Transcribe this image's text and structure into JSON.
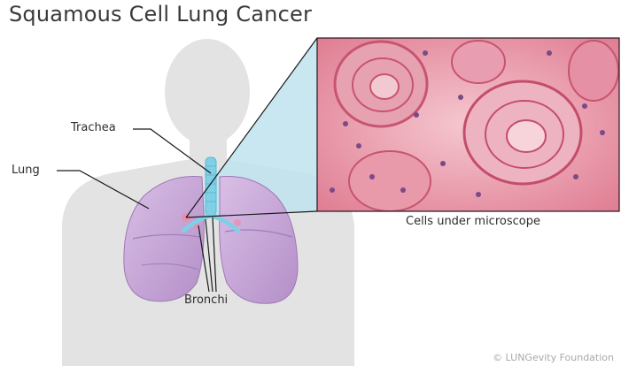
{
  "title": "Squamous Cell Lung Cancer",
  "labels": {
    "trachea": "Trachea",
    "lung": "Lung",
    "bronchi": "Bronchi"
  },
  "caption": "Cells under microscope",
  "credit": "© LUNGevity Foundation",
  "colors": {
    "silhouette": "#e3e3e3",
    "lung": "#c9a6d8",
    "trachea": "#7fd0e6",
    "tissue": "#e88ea0",
    "zoom_panel": "#bfe3ef"
  }
}
